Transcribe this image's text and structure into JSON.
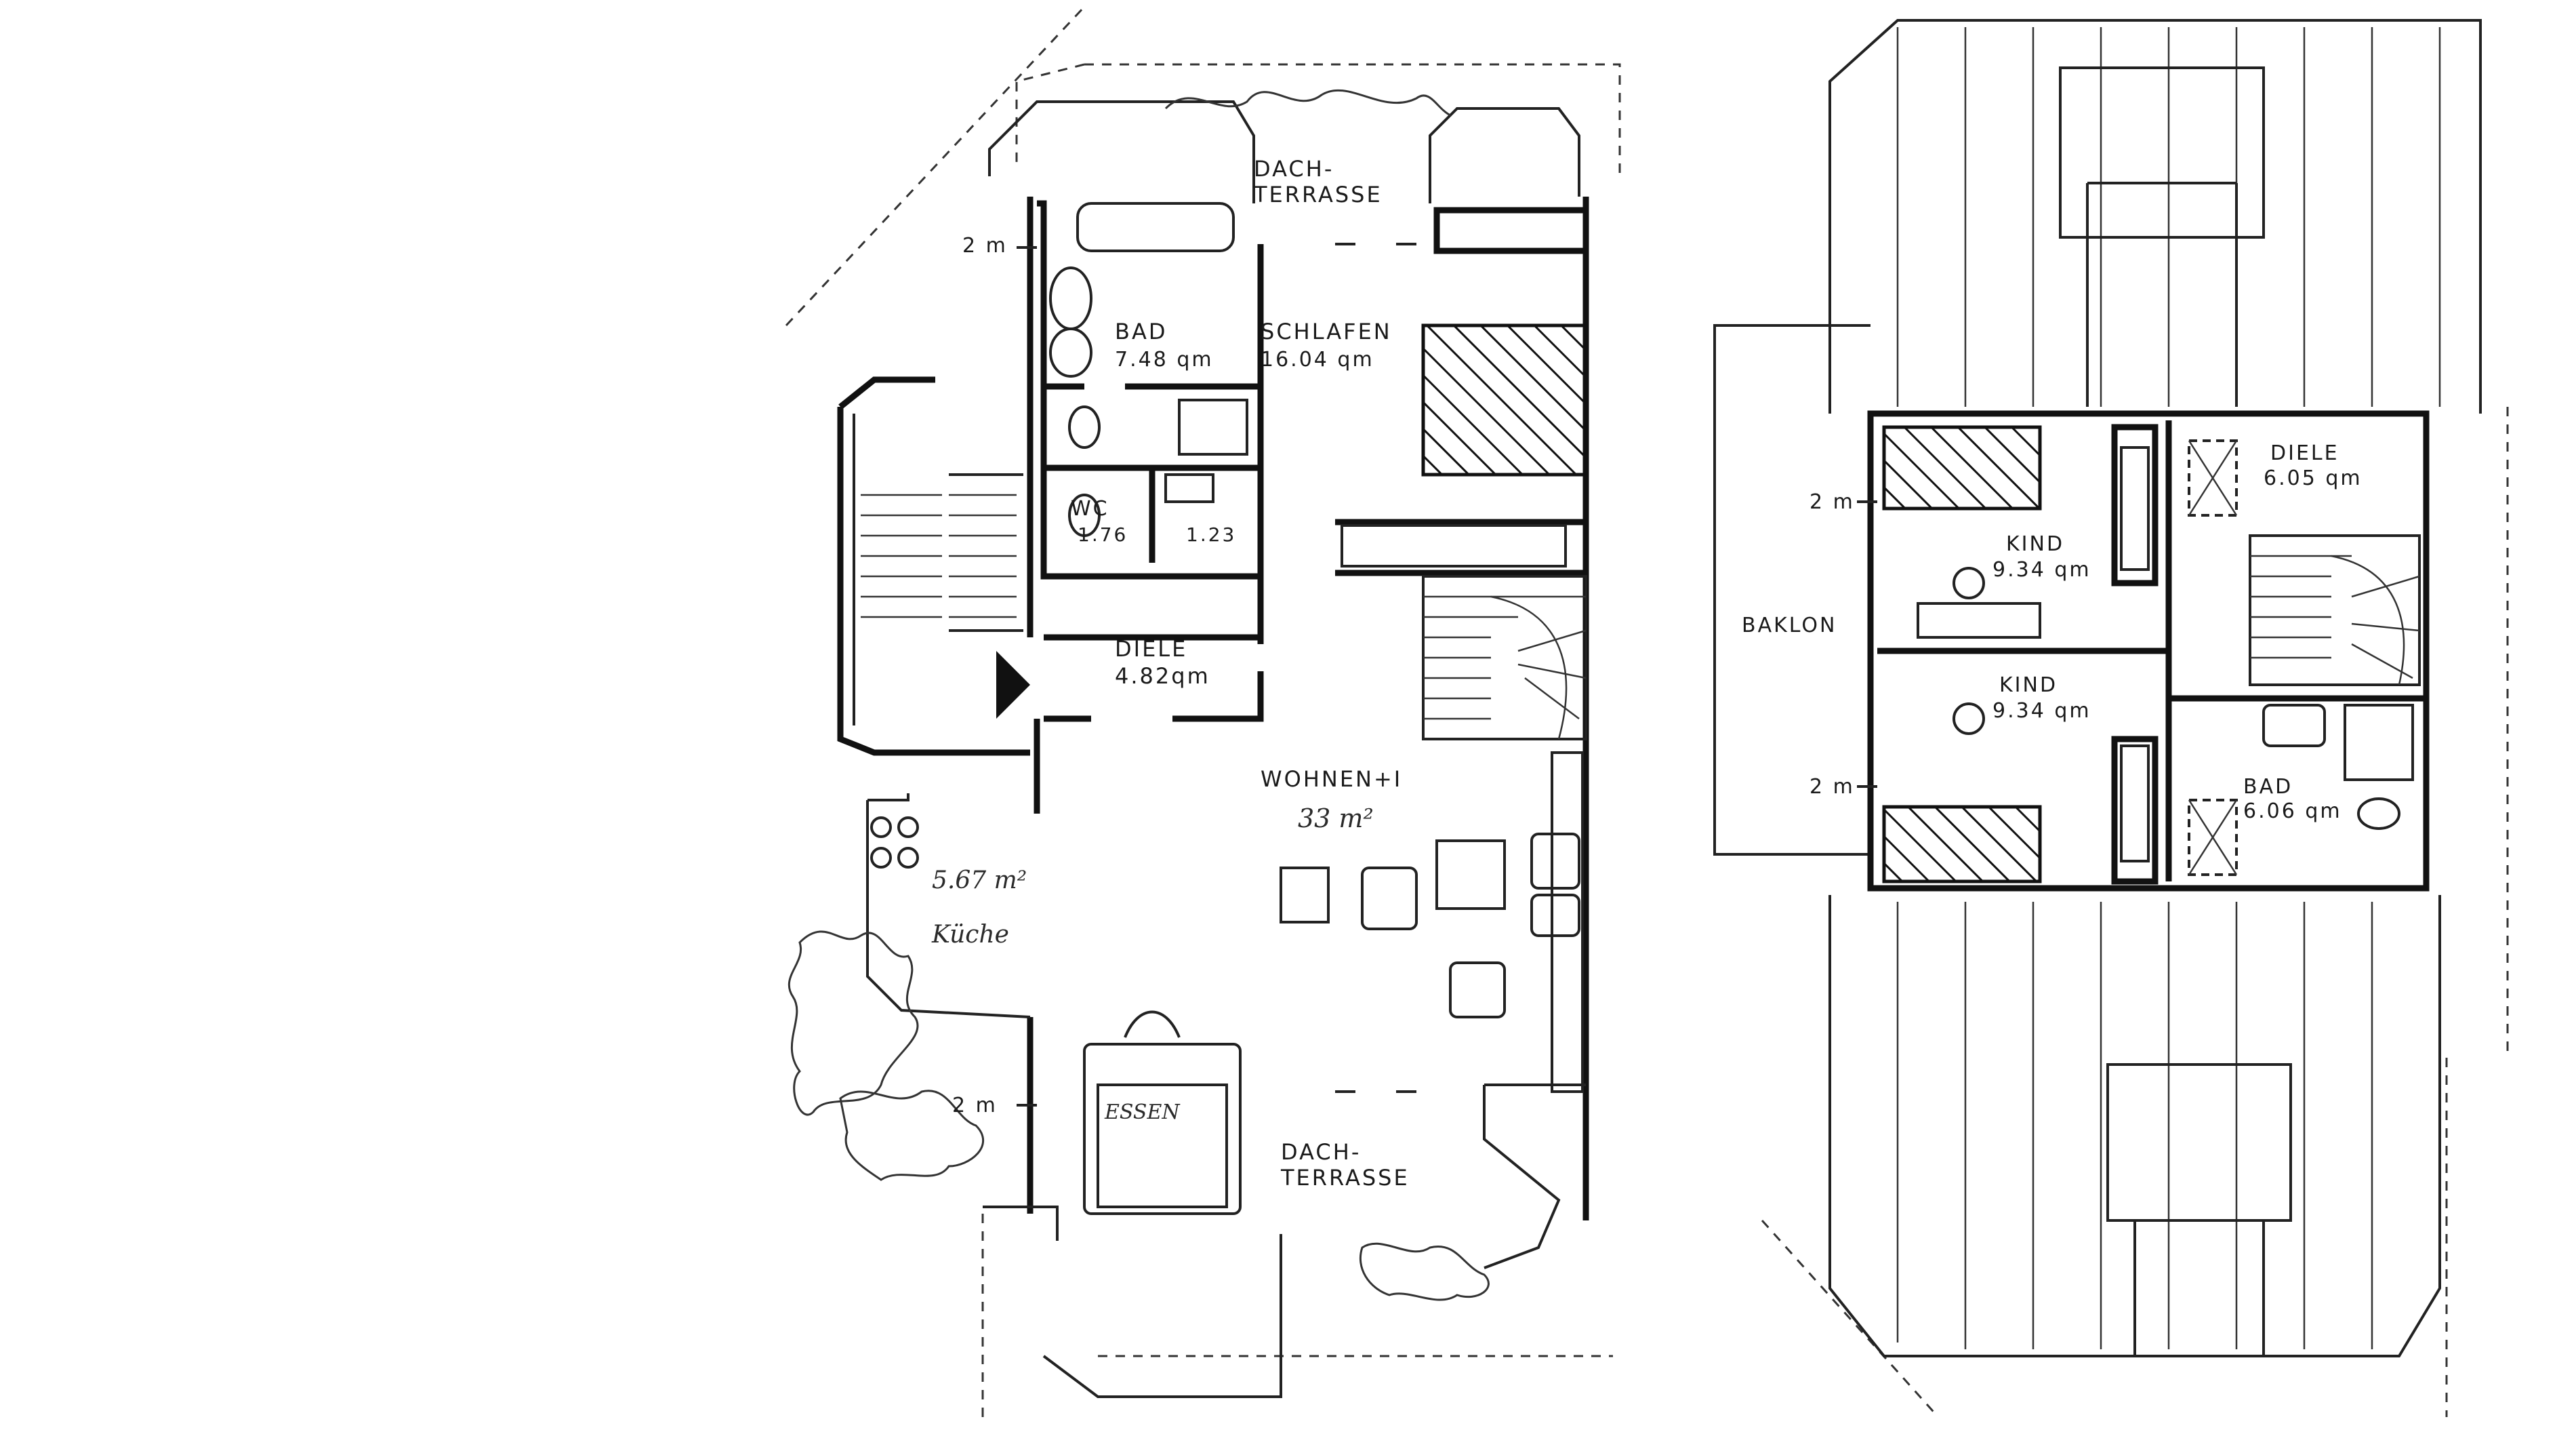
{
  "ground_floor": {
    "roof_terrace_top": [
      "DACH-",
      "TERRASSE"
    ],
    "dim_2m_top": "2 m",
    "bath_name": "BAD",
    "bath_area": "7.48 qm",
    "bedroom_name": "SCHLAFEN",
    "bedroom_area": "16.04 qm",
    "wc_name": "WC",
    "wc_area": "1.76",
    "closet_area": "1.23",
    "hall_name": "DIELE",
    "hall_area": "4.82qm",
    "living_name": "WOHNEN+I",
    "living_area": "33 m²",
    "kitchen_area": "5.67 m²",
    "kitchen_name": "Küche",
    "dim_2m_bottom": "2 m",
    "dining_name": "ESSEN",
    "roof_terrace_bottom": [
      "DACH-",
      "TERRASSE"
    ]
  },
  "upper_floor": {
    "hall_name": "DIELE",
    "hall_area": "6.05 qm",
    "dim_2m_top": "2 m",
    "child1_name": "KIND",
    "child1_area": "9.34 qm",
    "balcony_name": "BAKLON",
    "child2_name": "KIND",
    "child2_area": "9.34 qm",
    "dim_2m_bottom": "2 m",
    "bath_name": "BAD",
    "bath_area": "6.06 qm"
  },
  "colors": {
    "ink": "#111111",
    "paper": "#ffffff"
  }
}
